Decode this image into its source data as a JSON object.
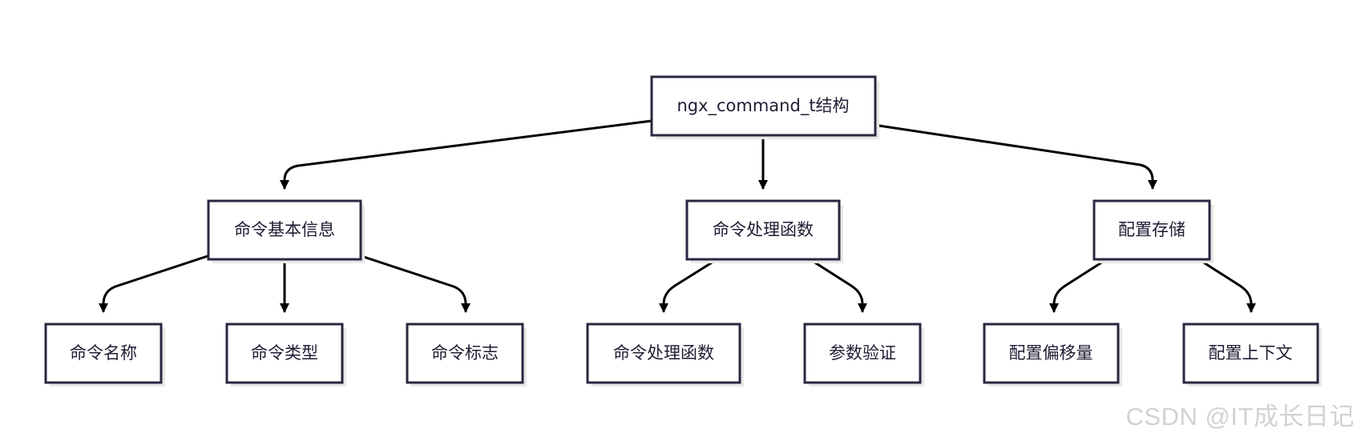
{
  "diagram": {
    "root": "ngx_command_t结构",
    "groups": [
      {
        "label": "命令基本信息",
        "children": [
          "命令名称",
          "命令类型",
          "命令标志"
        ]
      },
      {
        "label": "命令处理函数",
        "children": [
          "命令处理函数",
          "参数验证"
        ]
      },
      {
        "label": "配置存储",
        "children": [
          "配置偏移量",
          "配置上下文"
        ]
      }
    ]
  },
  "colors": {
    "node_border": "#2a2740",
    "node_fill": "#ffffff",
    "text": "#1f1d33",
    "edge": "#000000",
    "shadow": "#e8e8e8",
    "watermark": "#d2d2d2"
  },
  "watermark": "CSDN @IT成长日记"
}
